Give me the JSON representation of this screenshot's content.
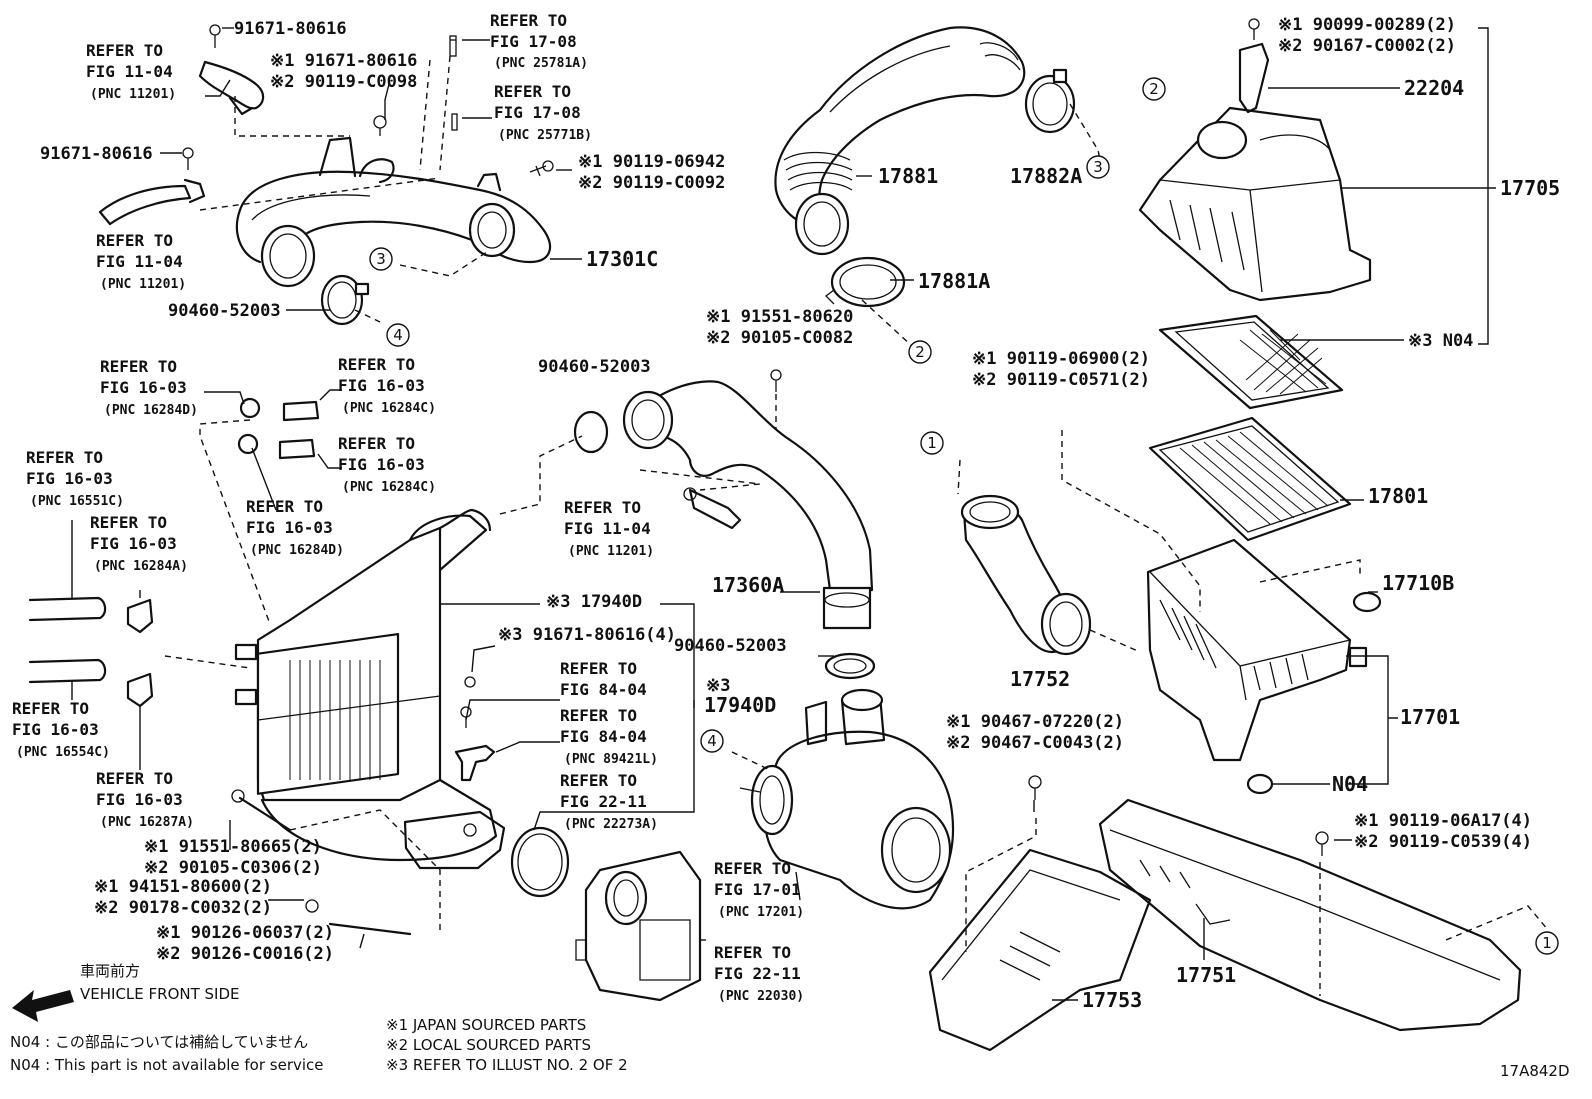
{
  "figure_id": "17A842D",
  "legend": {
    "front_jp": "車両前方",
    "front_en": "VEHICLE FRONT SIDE",
    "n04_jp": "N04 : この部品については補給していません",
    "n04_en": "N04 : This part is not available for service",
    "note1": "※1  JAPAN SOURCED PARTS",
    "note2": "※2  LOCAL SOURCED PARTS",
    "note3": "※3  REFER TO ILLUST NO. 2 OF 2"
  },
  "labels": [
    {
      "text": "91671-80616"
    },
    {
      "text": "REFER TO"
    },
    {
      "text": "FIG 11-04"
    },
    {
      "text": "(PNC 11201)"
    },
    {
      "text": "REFER TO"
    },
    {
      "text": "FIG 17-08"
    },
    {
      "text": "(PNC 25781A)"
    },
    {
      "text": "※1 91671-80616"
    },
    {
      "text": "※2 90119-C0098"
    },
    {
      "text": "REFER TO"
    },
    {
      "text": "FIG 17-08"
    },
    {
      "text": "(PNC 25771B)"
    },
    {
      "text": "91671-80616"
    },
    {
      "text": "※1 90119-06942"
    },
    {
      "text": "※2 90119-C0092"
    },
    {
      "text": "REFER TO"
    },
    {
      "text": "FIG 11-04"
    },
    {
      "text": "(PNC 11201)"
    },
    {
      "text": "17301C"
    },
    {
      "text": "90460-52003"
    },
    {
      "text": "17881"
    },
    {
      "text": "17882A"
    },
    {
      "text": "17881A"
    },
    {
      "text": "※1 90099-00289(2)"
    },
    {
      "text": "※2 90167-C0002(2)"
    },
    {
      "text": "22204"
    },
    {
      "text": "17705"
    },
    {
      "text": "※3 N04"
    },
    {
      "text": "※1 91551-80620"
    },
    {
      "text": "※2 90105-C0082"
    },
    {
      "text": "90460-52003"
    },
    {
      "text": "※1 90119-06900(2)"
    },
    {
      "text": "※2 90119-C0571(2)"
    },
    {
      "text": "REFER TO"
    },
    {
      "text": "FIG 16-03"
    },
    {
      "text": "(PNC 16284D)"
    },
    {
      "text": "REFER TO"
    },
    {
      "text": "FIG 16-03"
    },
    {
      "text": "(PNC 16284C)"
    },
    {
      "text": "REFER TO"
    },
    {
      "text": "FIG 16-03"
    },
    {
      "text": "(PNC 16284C)"
    },
    {
      "text": "REFER TO"
    },
    {
      "text": "FIG 16-03"
    },
    {
      "text": "(PNC 16284D)"
    },
    {
      "text": "REFER TO"
    },
    {
      "text": "FIG 16-03"
    },
    {
      "text": "(PNC 16551C)"
    },
    {
      "text": "REFER TO"
    },
    {
      "text": "FIG 16-03"
    },
    {
      "text": "(PNC 16284A)"
    },
    {
      "text": "REFER TO"
    },
    {
      "text": "FIG 11-04"
    },
    {
      "text": "(PNC 11201)"
    },
    {
      "text": "17360A"
    },
    {
      "text": "17801"
    },
    {
      "text": "17710B"
    },
    {
      "text": "※3 17940D"
    },
    {
      "text": "※3 91671-80616(4)"
    },
    {
      "text": "REFER TO"
    },
    {
      "text": "FIG 84-04"
    },
    {
      "text": "REFER TO"
    },
    {
      "text": "FIG 84-04"
    },
    {
      "text": "(PNC 89421L)"
    },
    {
      "text": "※3"
    },
    {
      "text": "17940D"
    },
    {
      "text": "REFER TO"
    },
    {
      "text": "FIG 22-11"
    },
    {
      "text": "(PNC 22273A)"
    },
    {
      "text": "90460-52003"
    },
    {
      "text": "17752"
    },
    {
      "text": "17701"
    },
    {
      "text": "N04"
    },
    {
      "text": "REFER TO"
    },
    {
      "text": "FIG 16-03"
    },
    {
      "text": "(PNC 16554C)"
    },
    {
      "text": "REFER TO"
    },
    {
      "text": "FIG 16-03"
    },
    {
      "text": "(PNC 16287A)"
    },
    {
      "text": "※1 91551-80665(2)"
    },
    {
      "text": "※2 90105-C0306(2)"
    },
    {
      "text": "※1 94151-80600(2)"
    },
    {
      "text": "※2 90178-C0032(2)"
    },
    {
      "text": "※1 90126-06037(2)"
    },
    {
      "text": "※2 90126-C0016(2)"
    },
    {
      "text": "※1 90467-07220(2)"
    },
    {
      "text": "※2 90467-C0043(2)"
    },
    {
      "text": "REFER TO"
    },
    {
      "text": "FIG 17-01"
    },
    {
      "text": "(PNC 17201)"
    },
    {
      "text": "REFER TO"
    },
    {
      "text": "FIG 22-11"
    },
    {
      "text": "(PNC 22030)"
    },
    {
      "text": "17753"
    },
    {
      "text": "17751"
    },
    {
      "text": "※1 90119-06A17(4)"
    },
    {
      "text": "※2 90119-C0539(4)"
    }
  ],
  "callouts": [
    {
      "text": "3"
    },
    {
      "text": "4"
    },
    {
      "text": "3"
    },
    {
      "text": "2"
    },
    {
      "text": "2"
    },
    {
      "text": "1"
    },
    {
      "text": "4"
    },
    {
      "text": "1"
    }
  ]
}
